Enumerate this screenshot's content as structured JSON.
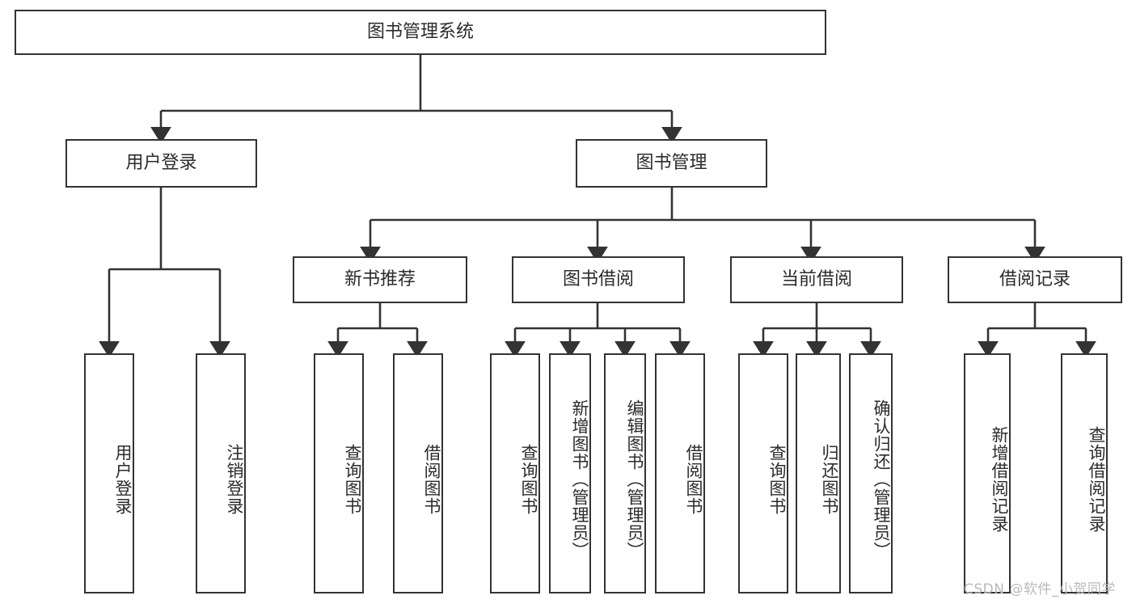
{
  "diagram": {
    "title": "图书管理系统",
    "root": {
      "label": "图书管理系统"
    },
    "level1": [
      {
        "label": "用户登录"
      },
      {
        "label": "图书管理"
      }
    ],
    "level2": [
      {
        "label": "新书推荐"
      },
      {
        "label": "图书借阅"
      },
      {
        "label": "当前借阅"
      },
      {
        "label": "借阅记录"
      }
    ],
    "leaves": {
      "user_login": [
        {
          "label": "用户登录"
        },
        {
          "label": "注销登录"
        }
      ],
      "new_book_recommend": [
        {
          "label": "查询图书"
        },
        {
          "label": "借阅图书"
        }
      ],
      "book_borrow": [
        {
          "label": "查询图书"
        },
        {
          "label": "新增图书（管理员）"
        },
        {
          "label": "编辑图书（管理员）"
        },
        {
          "label": "借阅图书"
        }
      ],
      "current_borrow": [
        {
          "label": "查询图书"
        },
        {
          "label": "归还图书"
        },
        {
          "label": "确认归还（管理员）"
        }
      ],
      "borrow_record": [
        {
          "label": "新增借阅记录"
        },
        {
          "label": "查询借阅记录"
        }
      ]
    },
    "colors": {
      "stroke": "#333333",
      "fill": "#ffffff",
      "text": "#2b2b2b",
      "watermark": "#b9b9b9"
    }
  },
  "watermark": {
    "text": "CSDN @软件_小贺同学"
  }
}
